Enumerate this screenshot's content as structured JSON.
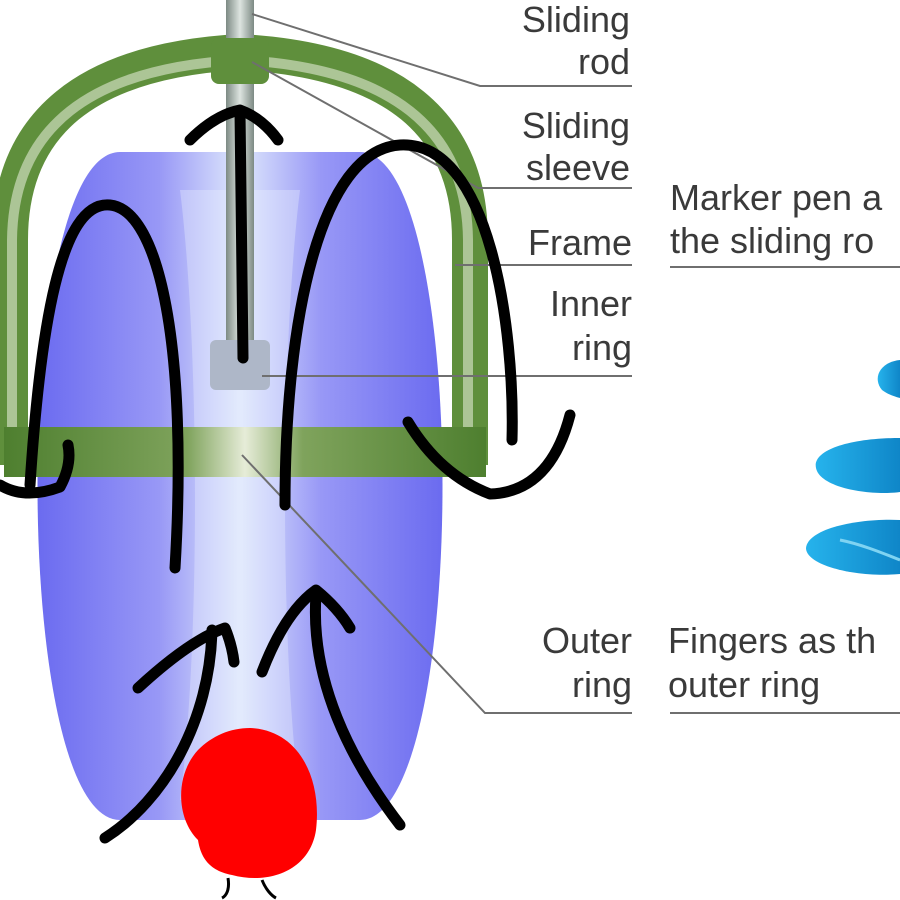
{
  "labels": {
    "sliding_rod": [
      "Sliding",
      "rod"
    ],
    "sliding_sleeve": [
      "Sliding",
      "sleeve"
    ],
    "frame": "Frame",
    "inner_ring": [
      "Inner",
      "ring"
    ],
    "outer_ring": [
      "Outer",
      "ring"
    ]
  },
  "notes": {
    "marker_pen": [
      "Marker pen a",
      "the sliding ro"
    ],
    "fingers": [
      "Fingers as th",
      "outer ring"
    ]
  },
  "colors": {
    "body_blue": "#7f7ff2",
    "frame_green": "#5f8f3c",
    "rod_grey": "#9aa5a0",
    "ink": "#000000",
    "red_mark": "#ff0000",
    "cyan_shapes": "#1aa7e0"
  }
}
